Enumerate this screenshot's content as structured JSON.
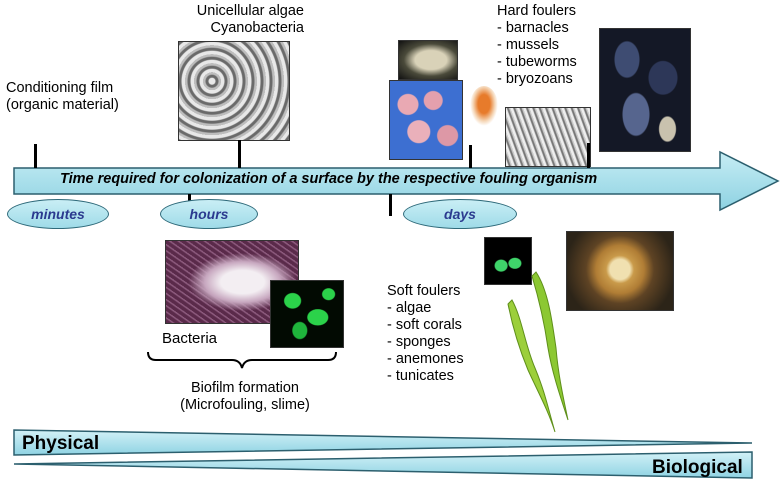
{
  "labels": {
    "conditioning": [
      "Conditioning film",
      "(organic material)"
    ],
    "unicellular": [
      "Unicellular algae",
      "Cyanobacteria"
    ],
    "hard_foulers": [
      "Hard foulers",
      "- barnacles",
      "- mussels",
      "- tubeworms",
      "- bryozoans"
    ],
    "soft_foulers": [
      "Soft foulers",
      "- algae",
      "- soft corals",
      "- sponges",
      "- anemones",
      "- tunicates"
    ],
    "bacteria": "Bacteria",
    "biofilm": [
      "Biofilm formation",
      "(Microfouling, slime)"
    ]
  },
  "arrow_text": "Time required for colonization of a surface by the respective fouling organism",
  "time_scales": [
    "minutes",
    "hours",
    "days"
  ],
  "gradient": {
    "physical": "Physical",
    "biological": "Biological"
  },
  "colors": {
    "arrow": "#9fdbe8",
    "oval_text": "#2b3a8f"
  }
}
